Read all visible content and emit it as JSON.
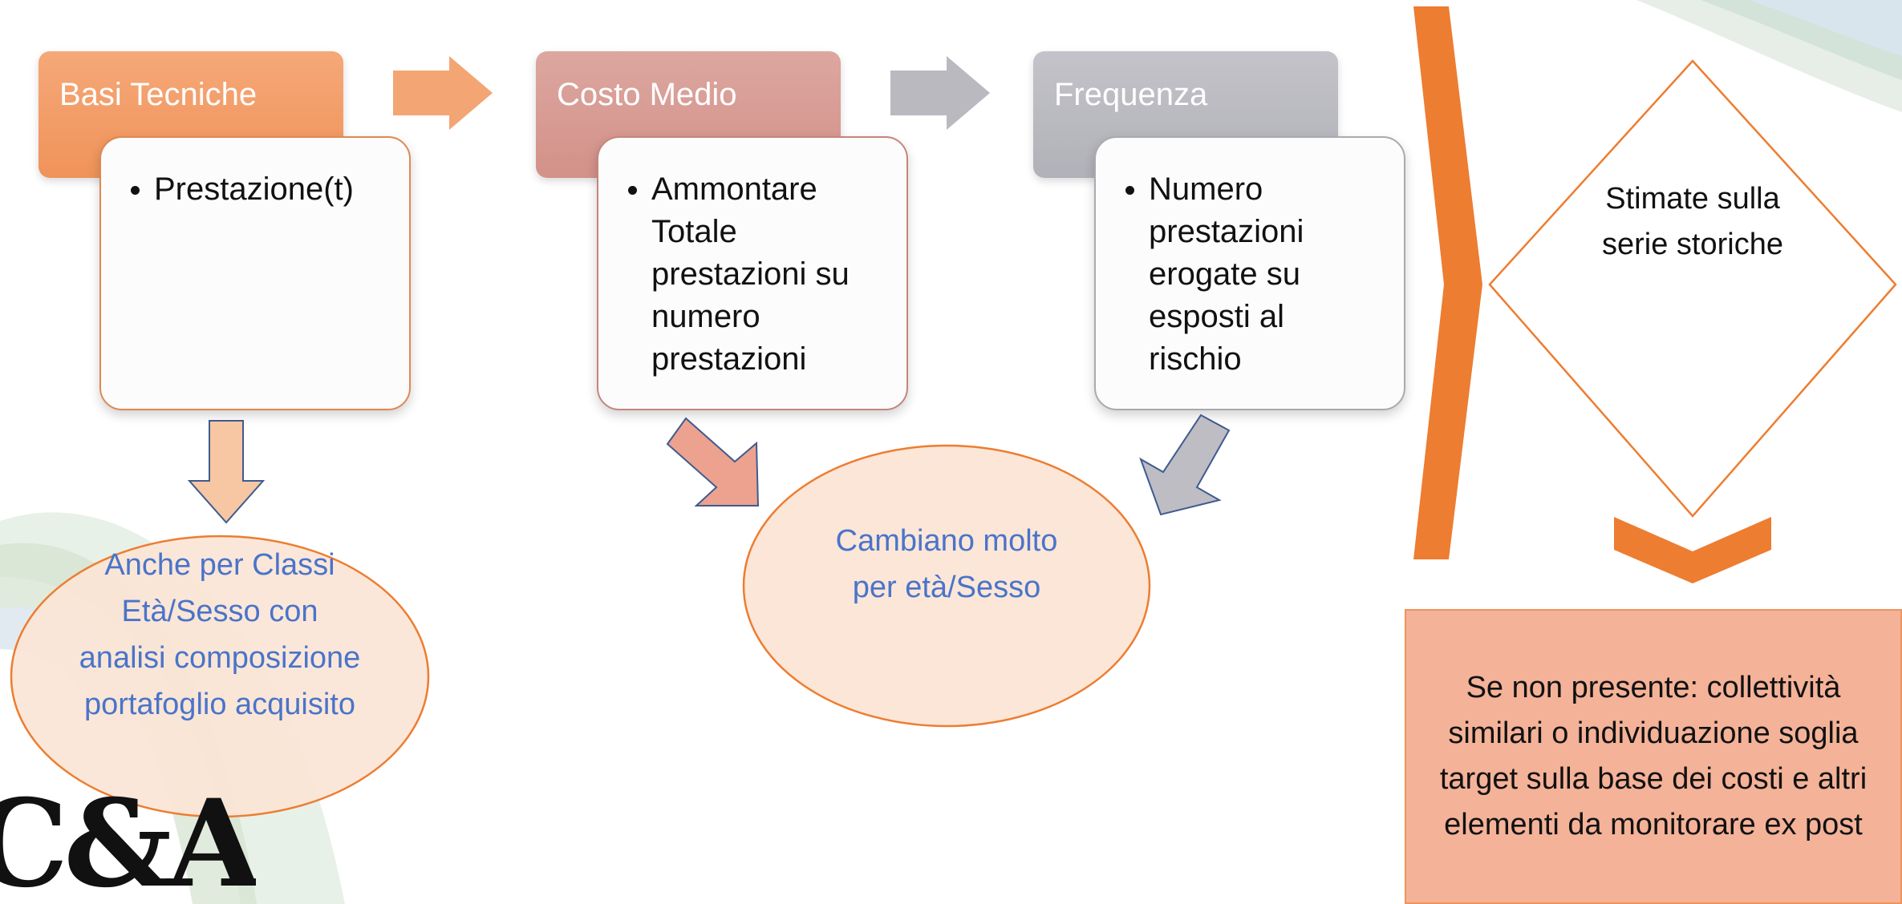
{
  "steps": [
    {
      "header": "Basi  Tecniche",
      "bullet": "Prestazione(t)"
    },
    {
      "header": "Costo Medio",
      "bullet": "Ammontare Totale prestazioni su numero prestazioni"
    },
    {
      "header": "Frequenza",
      "bullet": "Numero prestazioni erogate su esposti al rischio"
    }
  ],
  "notes": {
    "left_ellipse": "Anche per Classi Età/Sesso  con analisi composizione portafoglio acquisito",
    "center_ellipse": "Cambiano molto per età/Sesso",
    "diamond": "Stimate sulla serie storiche",
    "bottom_box": "Se non presente:  collettività similari o individuazione soglia target sulla base dei costi e altri elementi da monitorare ex post"
  },
  "logo": {
    "text": "C&A"
  },
  "colors": {
    "orange": "#ed7d31",
    "orange_light": "#f4b183",
    "salmon": "#d89c96",
    "gray": "#b7b7bd",
    "peach_fill": "#fbe5d6",
    "blue_text": "#4a74c9",
    "box_fill": "#f4b298"
  }
}
